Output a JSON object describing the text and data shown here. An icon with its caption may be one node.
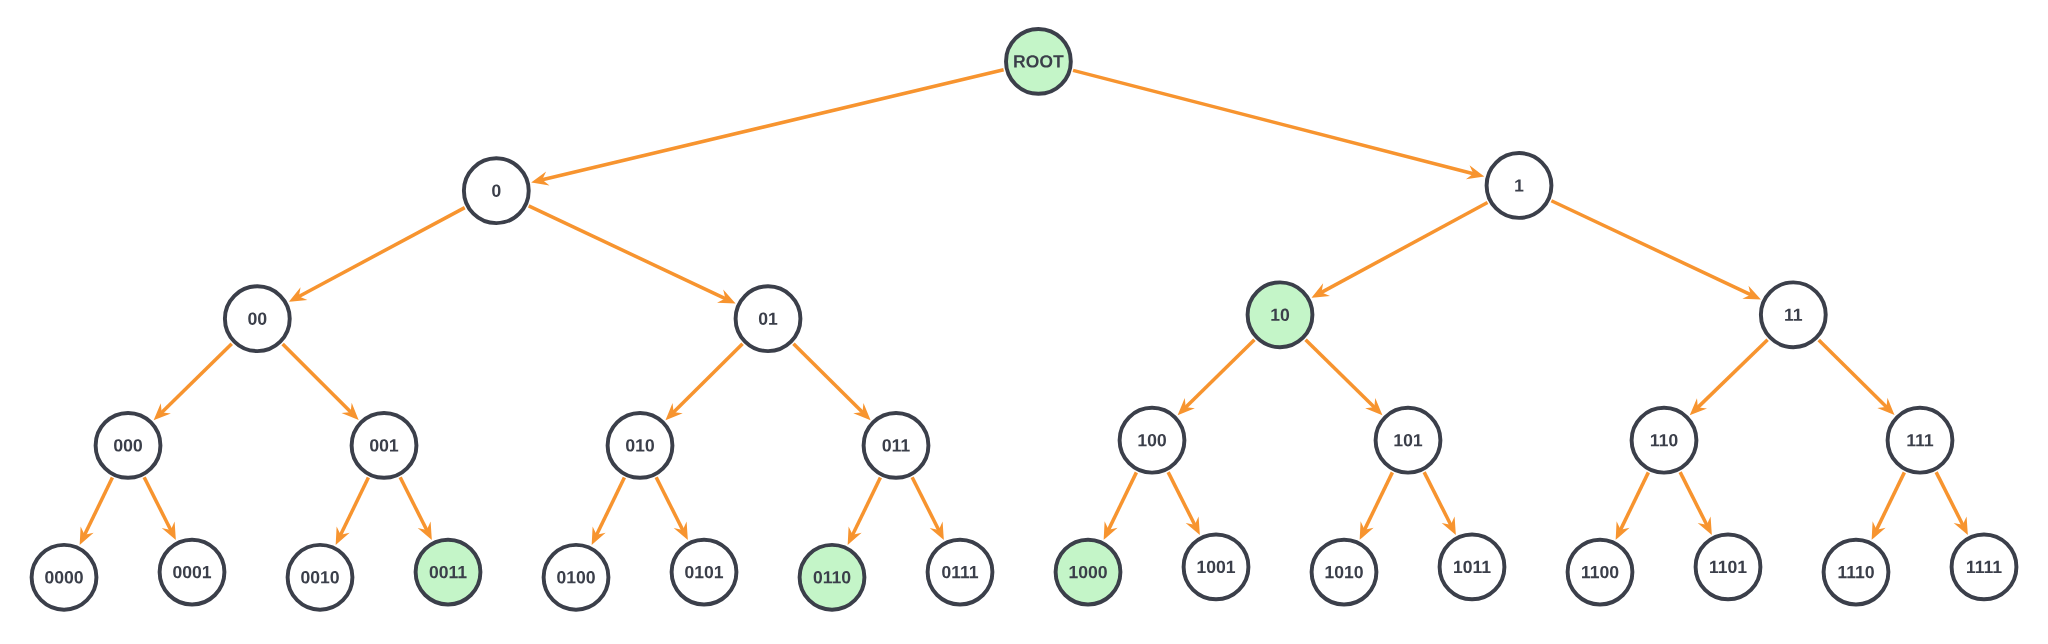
{
  "diagram": {
    "nodes": [
      {
        "text": [
          "ROOT"
        ]
      },
      {
        "text": [
          "0"
        ]
      },
      {
        "text": [
          "1"
        ]
      },
      {
        "text": [
          "00"
        ]
      },
      {
        "text": [
          "01"
        ]
      },
      {
        "text": [
          "10"
        ]
      },
      {
        "text": [
          "11"
        ]
      },
      {
        "text": [
          "000"
        ]
      },
      {
        "text": [
          "001"
        ]
      },
      {
        "text": [
          "010"
        ]
      },
      {
        "text": [
          "011"
        ]
      },
      {
        "text": [
          "100"
        ]
      },
      {
        "text": [
          "101"
        ]
      },
      {
        "text": [
          "110"
        ]
      },
      {
        "text": [
          "111"
        ]
      },
      {
        "text": [
          "0000"
        ]
      },
      {
        "text": [
          "0001"
        ]
      },
      {
        "text": [
          "0010"
        ]
      },
      {
        "text": [
          "0011"
        ]
      },
      {
        "text": [
          "0100"
        ]
      },
      {
        "text": [
          "0101"
        ]
      },
      {
        "text": [
          "0110"
        ]
      },
      {
        "text": [
          "0111"
        ]
      },
      {
        "text": [
          "1000"
        ]
      },
      {
        "text": [
          "1001"
        ]
      },
      {
        "text": [
          "1010"
        ]
      },
      {
        "text": [
          "1011"
        ]
      },
      {
        "text": [
          "1100"
        ]
      },
      {
        "text": [
          "1101"
        ]
      },
      {
        "text": [
          "1110"
        ]
      },
      {
        "text": [
          "1111"
        ]
      }
    ],
    "edges": [
      {
        "from": 0,
        "to": 1,
        "arrow": "to"
      },
      {
        "from": 0,
        "to": 2,
        "arrow": "to"
      },
      {
        "from": 1,
        "to": 3,
        "arrow": "to"
      },
      {
        "from": 1,
        "to": 4,
        "arrow": "to"
      },
      {
        "from": 2,
        "to": 5,
        "arrow": "to"
      },
      {
        "from": 2,
        "to": 6,
        "arrow": "to"
      },
      {
        "from": 3,
        "to": 7,
        "arrow": "to"
      },
      {
        "from": 3,
        "to": 8,
        "arrow": "to"
      },
      {
        "from": 4,
        "to": 9,
        "arrow": "to"
      },
      {
        "from": 4,
        "to": 10,
        "arrow": "to"
      },
      {
        "from": 5,
        "to": 11,
        "arrow": "to"
      },
      {
        "from": 5,
        "to": 12,
        "arrow": "to"
      },
      {
        "from": 6,
        "to": 13,
        "arrow": "to"
      },
      {
        "from": 6,
        "to": 14,
        "arrow": "to"
      },
      {
        "from": 7,
        "to": 15,
        "arrow": "to"
      },
      {
        "from": 7,
        "to": 16,
        "arrow": "to"
      },
      {
        "from": 8,
        "to": 17,
        "arrow": "to"
      },
      {
        "from": 8,
        "to": 18,
        "arrow": "to"
      },
      {
        "from": 9,
        "to": 19,
        "arrow": "to"
      },
      {
        "from": 9,
        "to": 20,
        "arrow": "to"
      },
      {
        "from": 10,
        "to": 21,
        "arrow": "to"
      },
      {
        "from": 10,
        "to": 22,
        "arrow": "to"
      },
      {
        "from": 11,
        "to": 23,
        "arrow": "to"
      },
      {
        "from": 11,
        "to": 24,
        "arrow": "to"
      },
      {
        "from": 12,
        "to": 25,
        "arrow": "to"
      },
      {
        "from": 12,
        "to": 26,
        "arrow": "to"
      },
      {
        "from": 13,
        "to": 27,
        "arrow": "to"
      },
      {
        "from": 13,
        "to": 28,
        "arrow": "to"
      },
      {
        "from": 14,
        "to": 29,
        "arrow": "to"
      },
      {
        "from": 14,
        "to": 30,
        "arrow": "to"
      }
    ]
  }
}
